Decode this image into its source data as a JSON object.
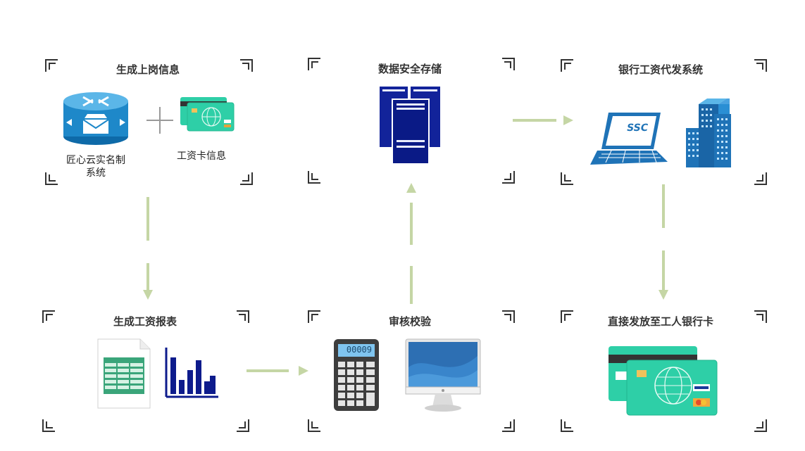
{
  "steps": {
    "s1": {
      "title": "生成上岗信息",
      "item_a": "匠心云实名制",
      "item_a2": "系统",
      "item_b": "工资卡信息"
    },
    "s2": {
      "title": "数据安全存储"
    },
    "s3": {
      "title": "银行工资代发系统",
      "laptop_text": "SSC"
    },
    "s4": {
      "title": "生成工资报表"
    },
    "s5": {
      "title": "审核校验",
      "calc_display": "00009"
    },
    "s6": {
      "title": "直接发放至工人银行卡"
    }
  },
  "colors": {
    "arrow": "#c5d6a5",
    "accent_blue": "#1f73b7",
    "card_teal": "#2ecfa7",
    "navy": "#0d1b8c"
  }
}
